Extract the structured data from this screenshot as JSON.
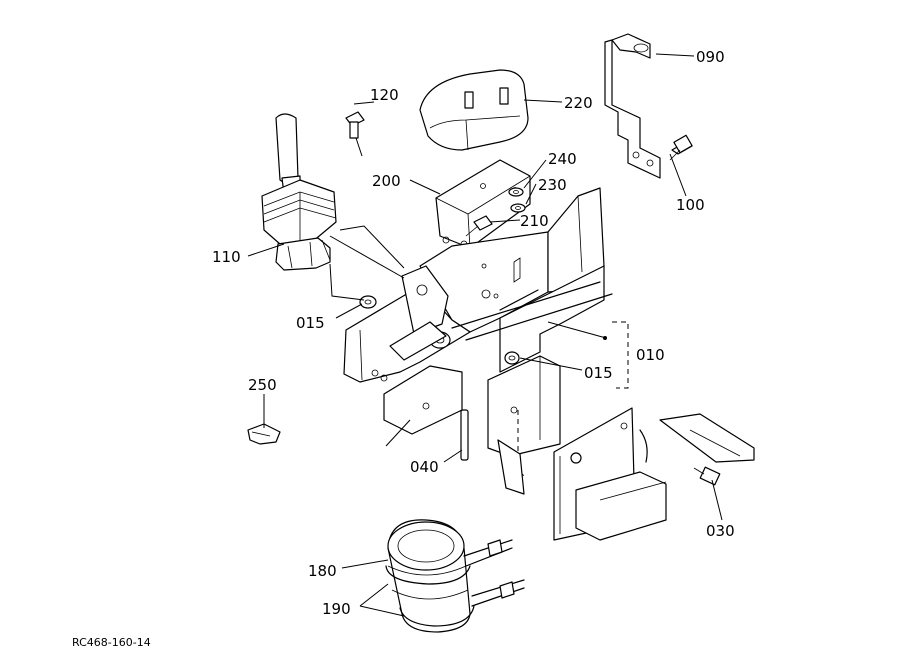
{
  "callouts": [
    {
      "id": "010",
      "text": "010"
    },
    {
      "id": "015a",
      "text": "015"
    },
    {
      "id": "015b",
      "text": "015"
    },
    {
      "id": "030",
      "text": "030"
    },
    {
      "id": "040",
      "text": "040"
    },
    {
      "id": "090",
      "text": "090"
    },
    {
      "id": "100",
      "text": "100"
    },
    {
      "id": "110",
      "text": "110"
    },
    {
      "id": "120",
      "text": "120"
    },
    {
      "id": "180",
      "text": "180"
    },
    {
      "id": "190",
      "text": "190"
    },
    {
      "id": "200",
      "text": "200"
    },
    {
      "id": "210",
      "text": "210"
    },
    {
      "id": "220",
      "text": "220"
    },
    {
      "id": "230",
      "text": "230"
    },
    {
      "id": "240",
      "text": "240"
    },
    {
      "id": "250",
      "text": "250"
    }
  ],
  "drawing_code": "RC468-160-14"
}
